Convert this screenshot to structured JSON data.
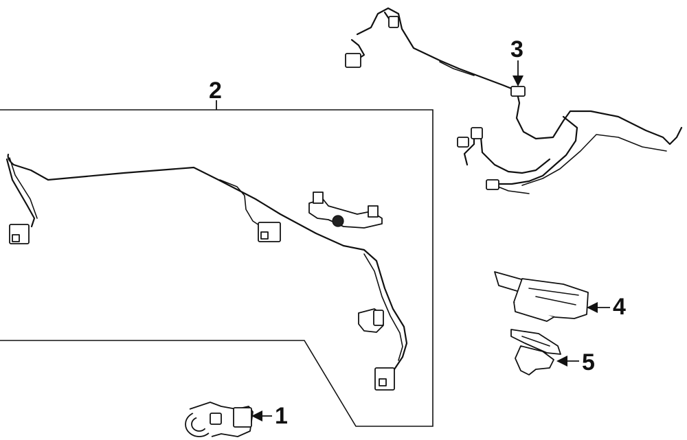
{
  "callouts": {
    "one": "1",
    "two": "2",
    "three": "3",
    "four": "4",
    "five": "5"
  }
}
